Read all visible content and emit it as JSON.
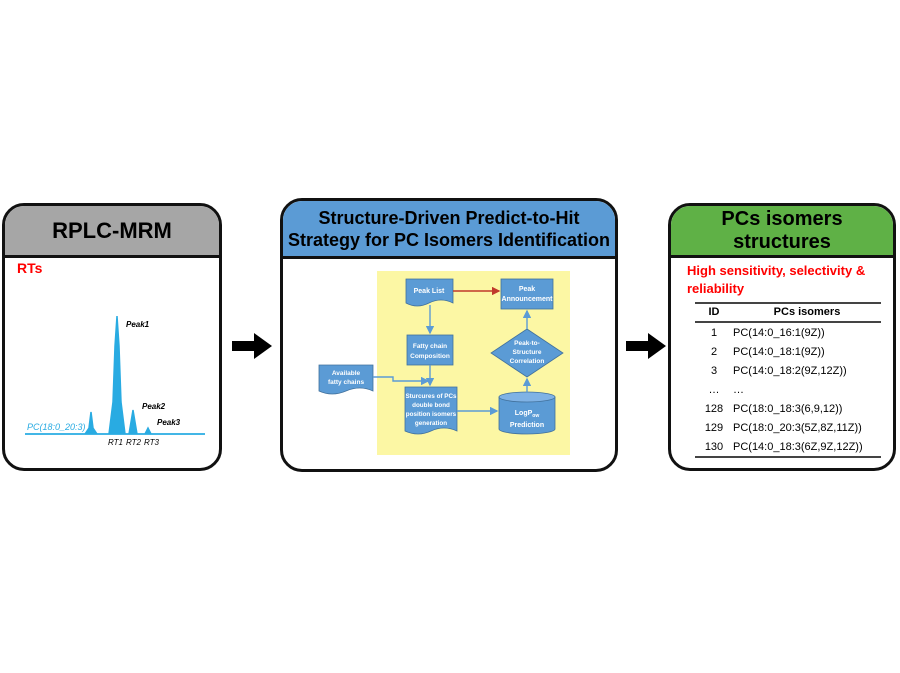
{
  "panel1": {
    "title": "RPLC-MRM",
    "rts_label": "RTs",
    "trace_label": "PC(18:0_20:3)",
    "peaks": [
      "Peak1",
      "Peak2",
      "Peak3"
    ],
    "rt_labels": [
      "RT1",
      "RT2",
      "RT3"
    ]
  },
  "panel2": {
    "title_line1": "Structure-Driven Predict-to-Hit",
    "title_line2": "Strategy for PC Isomers Identification",
    "flow": {
      "peak_list": "Peak List",
      "peak_announcement_1": "Peak",
      "peak_announcement_2": "Announcement",
      "fatty_1": "Fatty chain",
      "fatty_2": "Composition",
      "corr_1": "Peak-to-",
      "corr_2": "Structure",
      "corr_3": "Correlation",
      "available_1": "Available",
      "available_2": "fatty chains",
      "struct_1": "Sturcures of PCs",
      "struct_2": "double bond",
      "struct_3": "position isomers",
      "struct_4": "generation",
      "logp_main": "LogP",
      "logp_sub": "ow",
      "logp_2": "Prediction"
    }
  },
  "panel3": {
    "title": "PCs isomers structures",
    "note": "High sensitivity, selectivity & reliability",
    "table": {
      "headers": [
        "ID",
        "PCs isomers"
      ],
      "rows": [
        [
          "1",
          "PC(14:0_16:1(9Z))"
        ],
        [
          "2",
          "PC(14:0_18:1(9Z))"
        ],
        [
          "3",
          "PC(14:0_18:2(9Z,12Z))"
        ],
        [
          "…",
          "…"
        ],
        [
          "128",
          "PC(18:0_18:3(6,9,12))"
        ],
        [
          "129",
          "PC(18:0_20:3(5Z,8Z,11Z))"
        ],
        [
          "130",
          "PC(14:0_18:3(6Z,9Z,12Z))"
        ]
      ]
    }
  },
  "colors": {
    "panel1_header": "#a6a6a6",
    "panel2_header": "#5b9bd5",
    "panel3_header": "#5fb146",
    "accent_red": "#ff0000",
    "chromatogram": "#29abe2",
    "flow_background": "#fcf7a4",
    "flow_box": "#5b9bd5"
  }
}
